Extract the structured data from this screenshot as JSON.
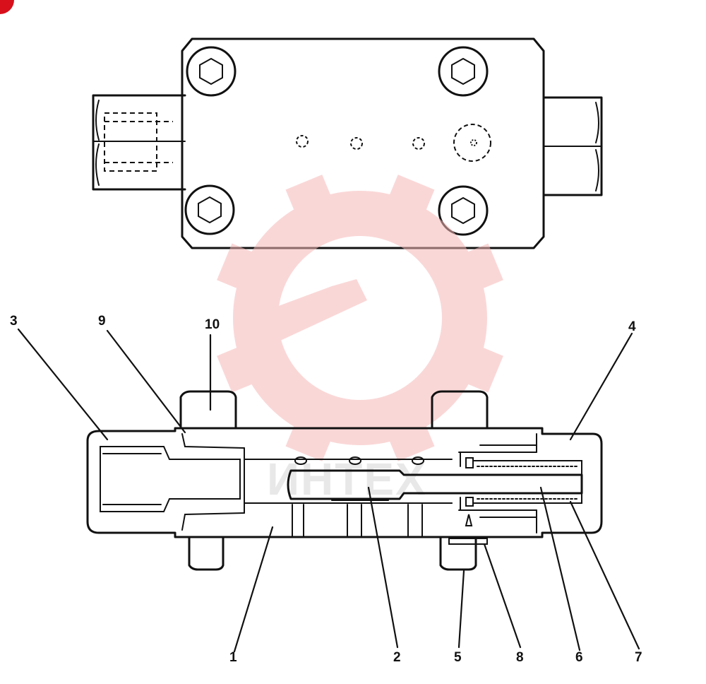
{
  "diagram": {
    "parts": [
      {
        "id": "label-1",
        "number": "1"
      },
      {
        "id": "label-2",
        "number": "2"
      },
      {
        "id": "label-3",
        "number": "3"
      },
      {
        "id": "label-4",
        "number": "4"
      },
      {
        "id": "label-5",
        "number": "5"
      },
      {
        "id": "label-6",
        "number": "6"
      },
      {
        "id": "label-7",
        "number": "7"
      },
      {
        "id": "label-8",
        "number": "8"
      },
      {
        "id": "label-9",
        "number": "9"
      },
      {
        "id": "label-10",
        "number": "10"
      }
    ]
  },
  "watermark": {
    "text": "ИНТЕХ",
    "color": "#f6b8b8"
  },
  "corner_badge_color": "#d8101c"
}
